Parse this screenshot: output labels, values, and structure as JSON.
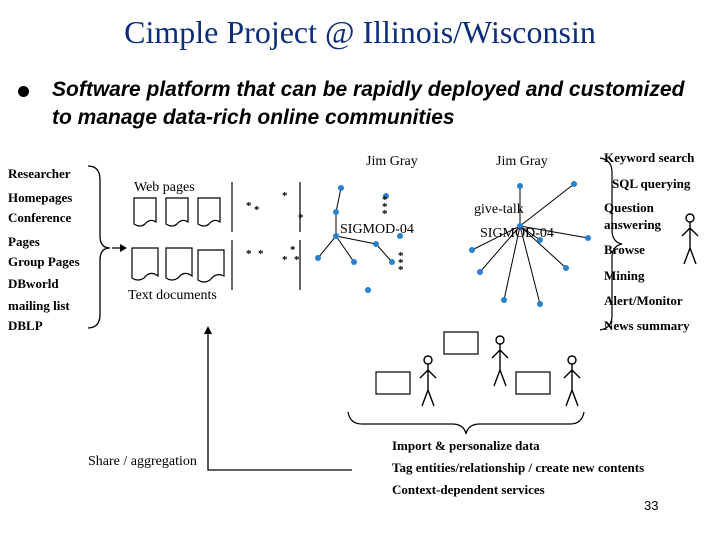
{
  "slide": {
    "title": "Cimple Project @ Illinois/Wisconsin",
    "bullet": "Software platform that can be rapidly deployed and customized to manage data-rich online communities",
    "page_number": "33"
  },
  "sources": [
    "Researcher",
    "Homepages",
    "Conference",
    "Pages",
    "Group Pages",
    "DBworld",
    "mailing list",
    "DBLP"
  ],
  "labels": {
    "web_pages": "Web pages",
    "text_documents": "Text documents",
    "jim_gray_1": "Jim Gray",
    "jim_gray_2": "Jim Gray",
    "sigmod_1": "SIGMOD-04",
    "sigmod_2": "SIGMOD-04",
    "give_talk": "give-talk",
    "share_aggregation": "Share / aggregation",
    "star": "*"
  },
  "services": [
    "Keyword search",
    "SQL querying",
    "Question",
    "answering",
    "Browse",
    "Mining",
    "Alert/Monitor",
    "News summary"
  ],
  "bottom_text": [
    "Import & personalize data",
    "Tag entities/relationship / create new contents",
    "Context-dependent services"
  ]
}
